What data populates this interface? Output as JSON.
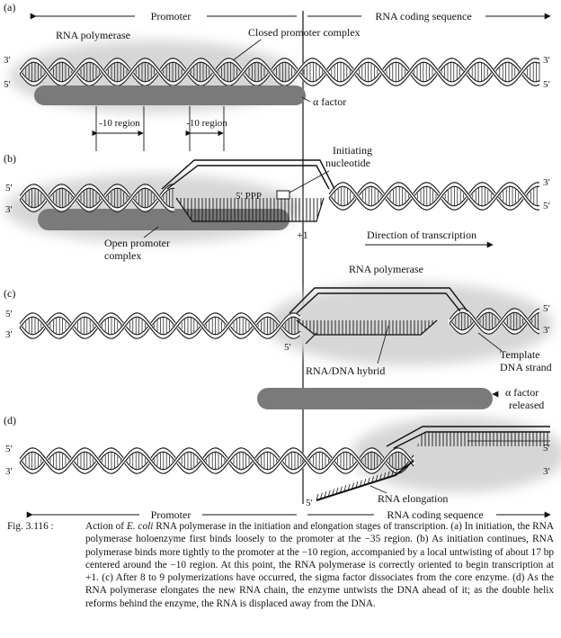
{
  "panel_a": {
    "letter": "(a)",
    "promoter": "Promoter",
    "coding": "RNA coding sequence",
    "rna_polymerase": "RNA polymerase",
    "closed_complex": "Closed promoter complex",
    "three_prime_left": "3′",
    "five_prime_left": "5′",
    "three_prime_right": "3′",
    "five_prime_right": "5′",
    "sigma": "α factor",
    "region1": "-10 region",
    "region2": "-10 region"
  },
  "panel_b": {
    "letter": "(b)",
    "initiating": "Initiating",
    "nucleotide": "nucleotide",
    "ppp": "5′ PPP",
    "five_prime_left": "5′",
    "three_prime_left": "3′",
    "three_prime_right": "3′",
    "five_prime_right": "5′",
    "open1": "Open promoter",
    "open2": "complex",
    "plus_one": "+1",
    "direction": "Direction of transcription"
  },
  "panel_c": {
    "letter": "(c)",
    "rna_polymerase": "RNA polymerase",
    "five_prime_left": "5′",
    "three_prime_left": "3′",
    "five_prime_right": "5′",
    "three_prime_right": "3′",
    "five_prime_rna": "5′",
    "hybrid": "RNA/DNA hybrid",
    "template1": "Template",
    "template2": "DNA strand",
    "sigma1": "α factor",
    "sigma2": "released"
  },
  "panel_d": {
    "letter": "(d)",
    "five_prime_left": "5′",
    "three_prime_left": "3′",
    "five_prime_right": "5′",
    "three_prime_right": "3′",
    "five_prime_rna": "5′",
    "elongation": "RNA elongation",
    "promoter": "Promoter",
    "coding": "RNA coding sequence"
  },
  "caption": {
    "number": "Fig. 3.116 :",
    "p1": "Action of ",
    "italic": "E. coli",
    "p2": " RNA polymerase in the initiation and elongation stages of transcription. (a) In initiation, the RNA polymerase holoenzyme first binds loosely to the promoter at the −35 region. (b) As initiation continues, RNA polymerase binds more tightly to the promoter at the −10 region, accompanied by a local untwisting of about 17 bp centered around the −10 region. At this point, the RNA polymerase is correctly oriented to begin transcription at +1. (c) After 8 to 9 polymerizations have occurred, the sigma factor dissociates from the core enzyme. (d) As the RNA polymerase elongates the new RNA chain, the enzyme untwists the DNA ahead of it; as the double helix reforms behind the enzyme, the RNA is displaced away from the DNA."
  },
  "colors": {
    "ink": "#111111",
    "shade": "#d9d9d9",
    "sigma": "#7a7a7a"
  }
}
